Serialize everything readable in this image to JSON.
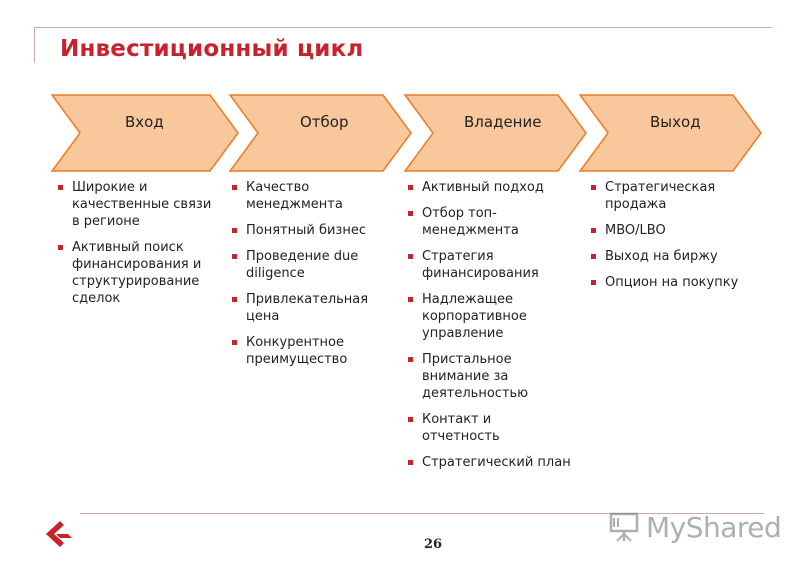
{
  "title": "Инвестиционный цикл",
  "colors": {
    "accent": "#c8232c",
    "chevron_fill": "#f8c79b",
    "chevron_stroke": "#ec7c26"
  },
  "stages": [
    {
      "label": "Вход",
      "items": [
        "Широкие и качественные связи в регионе",
        "Активный поиск финансирования и структурирование сделок"
      ]
    },
    {
      "label": "Отбор",
      "items": [
        "Качество менеджмента",
        "Понятный бизнес",
        "Проведение due diligence",
        "Привлекательная цена",
        "Конкурентное преимущество"
      ]
    },
    {
      "label": "Владение",
      "items": [
        "Активный подход",
        "Отбор топ-менеджмента",
        "Стратегия финансирования",
        "Надлежащее корпоративное управление",
        "Пристальное внимание за деятельностью",
        "Контакт и отчетность",
        "Стратегический план"
      ]
    },
    {
      "label": "Выход",
      "items": [
        "Стратегическая продажа",
        "MBO/LBO",
        "Выход на биржу",
        "Опцион на покупку"
      ]
    }
  ],
  "page_number": "26",
  "watermark": {
    "text": "MyShared",
    "icon": "presentation-board-icon"
  },
  "logo": {
    "icon": "company-logo-icon"
  }
}
